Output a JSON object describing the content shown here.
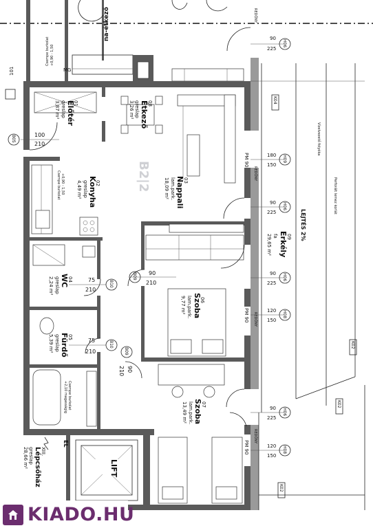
{
  "rooms": {
    "r01": {
      "num": "01",
      "name": "Előtér",
      "floor": "greslap",
      "area": "3,87 m²"
    },
    "r02": {
      "num": "02",
      "name": "Konyha",
      "floor": "greslap",
      "area": "4,49 m²"
    },
    "r03": {
      "num": "03",
      "name": "Nappali",
      "floor": "lam.park.",
      "area": "18,09 m²"
    },
    "r04": {
      "num": "04",
      "name": "WC",
      "floor": "greslap",
      "area": "2,24 m²"
    },
    "r05": {
      "num": "05",
      "name": "Fürdő",
      "floor": "greslap",
      "area": "5,39 m²"
    },
    "r06": {
      "num": "06",
      "name": "Szoba",
      "floor": "lam.park.",
      "area": "9,77 m²"
    },
    "r07": {
      "num": "07",
      "name": "Szoba",
      "floor": "lam.park.",
      "area": "13,49 m²"
    },
    "r08": {
      "num": "08",
      "name": "Étkező",
      "floor": "greslap",
      "area": "3,26 m²"
    },
    "r09": {
      "num": "09",
      "name": "Erkély",
      "floor": "fa",
      "area": "29,65 m²"
    },
    "stair": {
      "num": "XIII.",
      "name": "Lépcsőház",
      "floor": "greslap",
      "area": "28,66 m²"
    }
  },
  "labels": {
    "top_room": "na-étkező",
    "lift": "LIFT",
    "el": "EL",
    "b2": "B2|2",
    "lejtes": "LEJTÉS 2%",
    "vizelvezeto": "Vízelvezető folyóka",
    "perforalt": "Perforált lemez korlát",
    "redony": "REDŐNY",
    "pm90": "PM 90",
    "mg": "MG",
    "cs_a": "Csempe burkolat",
    "cs_a_h": "+0,90 - 1,50",
    "cs_k": "Csempe burkolat",
    "cs_k_h": "+0,90 - 1,50",
    "cs_f": "Csempe burkolat",
    "cs_f_h": "+2,10 magasságig"
  },
  "tags": {
    "h06": "H06",
    "h08": "H08",
    "h09": "H09",
    "b05": "B05",
    "b09": "B09",
    "b10": "B10",
    "k02": "K02",
    "k04": "K04"
  },
  "dims": {
    "d90": "90",
    "d225": "225",
    "d180": "180",
    "d150": "150",
    "d120": "120",
    "d100": "100",
    "d210": "210",
    "d75": "75",
    "d101": "101"
  },
  "logo": {
    "text": "KIADO.HU",
    "icon": "house-icon"
  }
}
